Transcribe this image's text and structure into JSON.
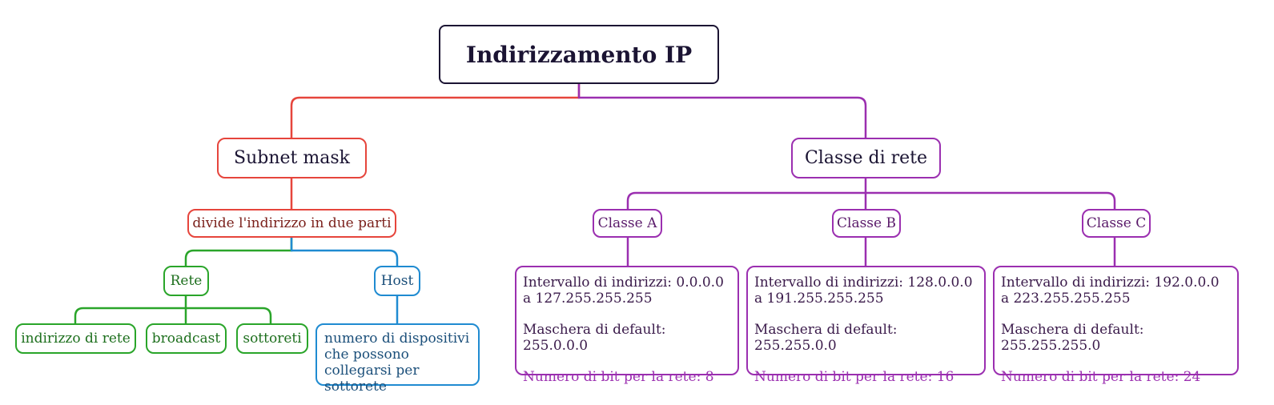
{
  "root": "Indirizzamento IP",
  "subnet": {
    "title": "Subnet mask",
    "divide": "divide l'indirizzo in due parti",
    "rete": "Rete",
    "host": "Host",
    "rete_children": [
      "indirizzo di rete",
      "broadcast",
      "sottoreti"
    ],
    "host_desc": "numero di dispositivi che possono collegarsi per sottorete"
  },
  "classe": {
    "title": "Classe di rete",
    "classes": [
      {
        "name": "Classe A",
        "interval": "Intervallo di indirizzi: 0.0.0.0 a 127.255.255.255",
        "mask": "Maschera di default: 255.0.0.0",
        "bits": "Numero di bit per la rete: 8"
      },
      {
        "name": "Classe B",
        "interval": "Intervallo di indirizzi: 128.0.0.0 a 191.255.255.255",
        "mask": "Maschera di default: 255.255.0.0",
        "bits": "Numero di bit per la rete: 16"
      },
      {
        "name": "Classe C",
        "interval": "Intervallo di indirizzi: 192.0.0.0 a 223.255.255.255",
        "mask": "Maschera di default: 255.255.255.0",
        "bits": "Numero di bit per la rete: 24"
      }
    ]
  },
  "colors": {
    "root": "#1b1433",
    "subnet_branch": "#e6453c",
    "classe_branch": "#9b2fb0",
    "rete_branch": "#2aa52a",
    "host_branch": "#1f8bd1"
  }
}
